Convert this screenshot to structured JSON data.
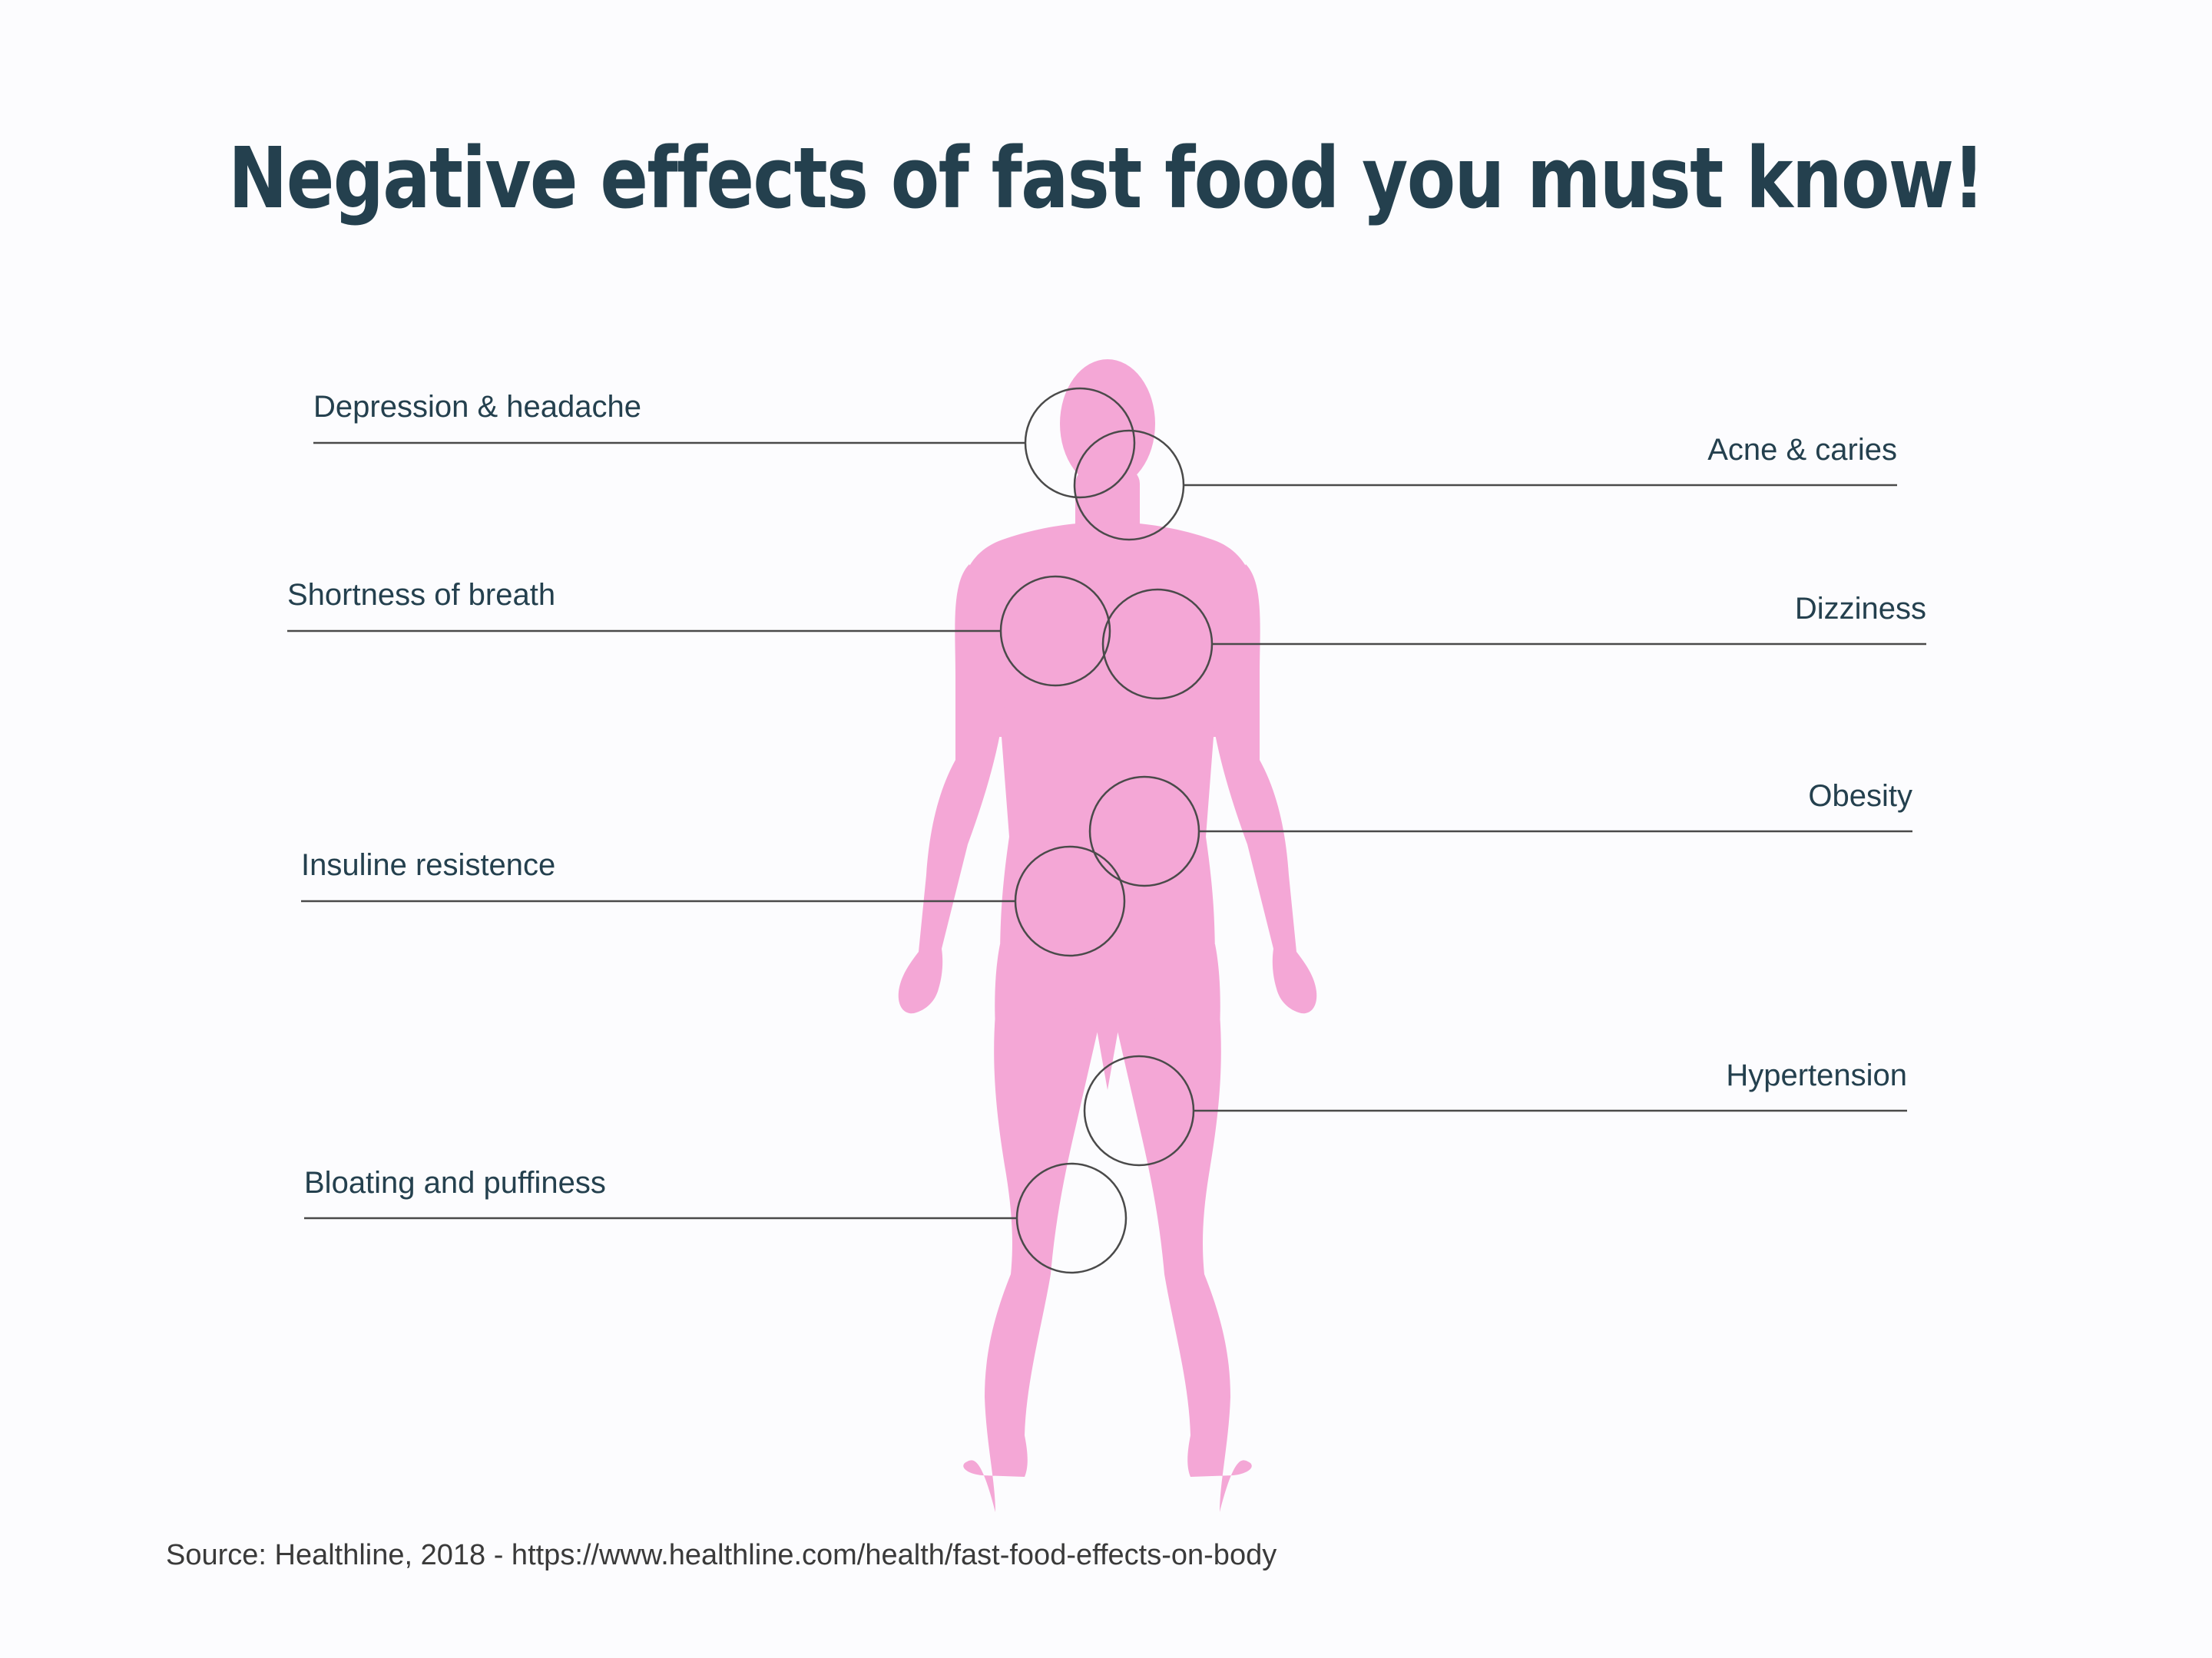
{
  "title": "Negative effects of fast food you must know!",
  "colors": {
    "background": "#fcfcfe",
    "title": "#24404e",
    "text": "#24404e",
    "body_fill": "#f4a7d6",
    "lines": "#4a4a4a",
    "source": "#3a3a3a"
  },
  "illustration": "human-body-silhouette",
  "effects_left": [
    {
      "label": "Depression & headache"
    },
    {
      "label": "Shortness of breath"
    },
    {
      "label": "Insuline resistence"
    },
    {
      "label": "Bloating and puffiness"
    }
  ],
  "effects_right": [
    {
      "label": "Acne & caries"
    },
    {
      "label": "Dizziness"
    },
    {
      "label": "Obesity"
    },
    {
      "label": "Hypertension"
    }
  ],
  "source": "Source: Healthline, 2018 - https://www.healthline.com/health/fast-food-effects-on-body"
}
